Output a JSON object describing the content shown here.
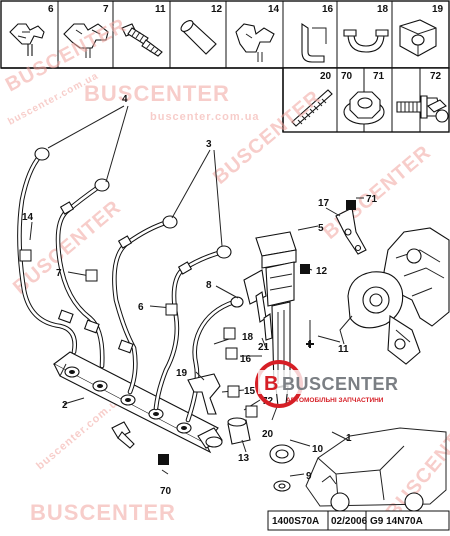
{
  "header_cells": [
    {
      "num": "6",
      "icon": "clip-icon"
    },
    {
      "num": "7",
      "icon": "double-clip-icon"
    },
    {
      "num": "11",
      "icon": "stud-bolt-icon"
    },
    {
      "num": "12",
      "icon": "sleeve-icon"
    },
    {
      "num": "14",
      "icon": "bracket-clip-icon"
    },
    {
      "num": "16",
      "icon": "u-clip-icon"
    },
    {
      "num": "18",
      "icon": "hose-clamp-icon"
    },
    {
      "num": "19",
      "icon": "mount-clip-icon"
    }
  ],
  "header_row2": [
    {
      "num": "20",
      "icon": "threaded-rod-icon"
    },
    {
      "num": "70",
      "icon": "flange-nut-icon"
    },
    {
      "num": "71",
      "icon": "flange-bolt-icon"
    },
    {
      "num": "72",
      "icon": "screw-icon"
    }
  ],
  "callouts": {
    "n1": "1",
    "n2": "2",
    "n3": "3",
    "n4": "4",
    "n5": "5",
    "n6": "6",
    "n7": "7",
    "n8": "8",
    "n9": "9",
    "n10": "10",
    "n11": "11",
    "n12": "12",
    "n13": "13",
    "n14": "14",
    "n15": "15",
    "n16": "16",
    "n17": "17",
    "n18": "18",
    "n19": "19",
    "n20": "20",
    "n21": "21",
    "n70": "70",
    "n71": "71",
    "n72": "72"
  },
  "footer": {
    "left_code": "1400S70A",
    "date": "02/2006",
    "right_code": "G9 14N70A"
  },
  "watermark": {
    "brand": "BUSCENTER",
    "subtitle": "АВТОМОБІЛЬНІ ЗАПЧАСТИНИ",
    "site": "buscenter.com.ua"
  },
  "colors": {
    "brand_red": "#d61f26",
    "brand_grey": "#7b7f84",
    "watermark": "#f2a6a0"
  }
}
